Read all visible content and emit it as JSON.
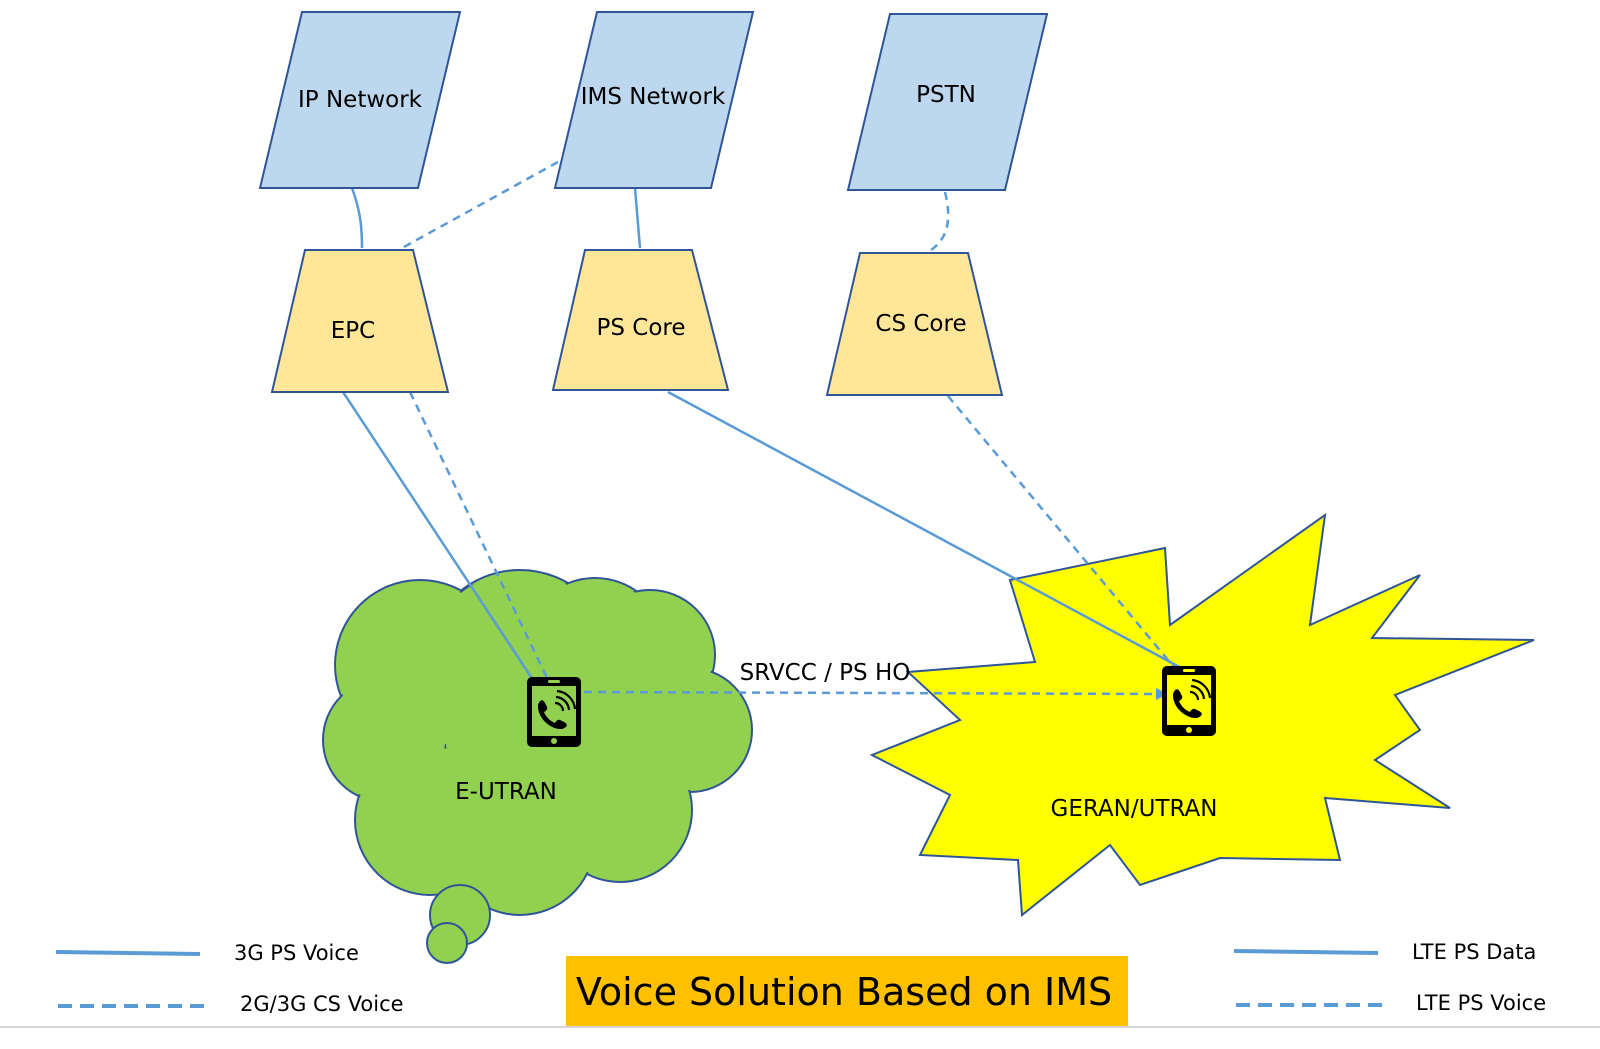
{
  "nodes": {
    "ip_network": "IP Network",
    "ims_network": "IMS Network",
    "pstn": "PSTN",
    "epc": "EPC",
    "ps_core": "PS Core",
    "cs_core": "CS Core",
    "eutran": "E-UTRAN",
    "geran_utran": "GERAN/UTRAN"
  },
  "handover_label": "SRVCC / PS HO",
  "title": "Voice Solution Based on IMS",
  "legend": {
    "left": [
      {
        "style": "solid",
        "label": "3G PS Voice"
      },
      {
        "style": "dashed",
        "label": "2G/3G CS Voice"
      }
    ],
    "right": [
      {
        "style": "solid",
        "label": "LTE PS Data"
      },
      {
        "style": "dashed",
        "label": "LTE PS Voice"
      }
    ]
  },
  "colors": {
    "network": "#bdd7ee",
    "core": "#ffe699",
    "eutran": "#92d050",
    "geran": "#ffff00",
    "line": "#5b9bd5",
    "outline": "#2f5597",
    "title_bg": "#ffc000"
  },
  "icons": [
    "mobile-phone-icon",
    "mobile-phone-icon"
  ]
}
